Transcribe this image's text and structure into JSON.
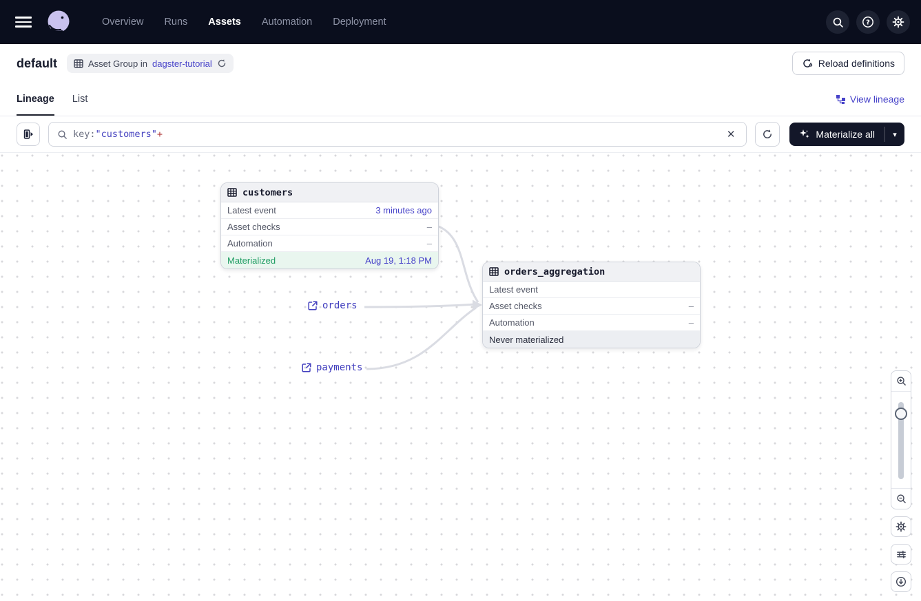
{
  "navbar": {
    "items": [
      {
        "label": "Overview"
      },
      {
        "label": "Runs"
      },
      {
        "label": "Assets",
        "active": true
      },
      {
        "label": "Automation"
      },
      {
        "label": "Deployment"
      }
    ]
  },
  "header": {
    "title": "default",
    "tag_label": "Asset Group in",
    "tag_link": "dagster-tutorial",
    "reload_label": "Reload definitions"
  },
  "tabs": {
    "lineage": "Lineage",
    "list": "List",
    "view_lineage": "View lineage"
  },
  "toolbar": {
    "search_key": "key:",
    "search_quoted": "\"customers\"",
    "search_op": "+",
    "clear_glyph": "✕",
    "materialize_label": "Materialize all",
    "caret_glyph": "▾"
  },
  "graph": {
    "nodes": [
      {
        "name": "customers",
        "rows": [
          {
            "label": "Latest event",
            "value": "3 minutes ago"
          },
          {
            "label": "Asset checks",
            "value": "–"
          },
          {
            "label": "Automation",
            "value": "–"
          }
        ],
        "status": {
          "label": "Materialized",
          "value": "Aug 19, 1:18 PM"
        }
      },
      {
        "name": "orders_aggregation",
        "rows": [
          {
            "label": "Latest event",
            "value": ""
          },
          {
            "label": "Asset checks",
            "value": "–"
          },
          {
            "label": "Automation",
            "value": "–"
          }
        ],
        "status": {
          "label": "Never materialized",
          "value": ""
        }
      }
    ],
    "external_assets": [
      {
        "label": "orders"
      },
      {
        "label": "payments"
      }
    ]
  },
  "colors": {
    "navbar_bg": "#0a0e1d",
    "link_indigo": "#4743c9",
    "asset_name_indigo": "#4340bf",
    "operator_red": "#b13d3d",
    "materialized_green": "#1f9d63",
    "materialized_bg": "#e9f6ef",
    "edge_gray": "#dadce3",
    "dark_button_bg": "#131729"
  }
}
